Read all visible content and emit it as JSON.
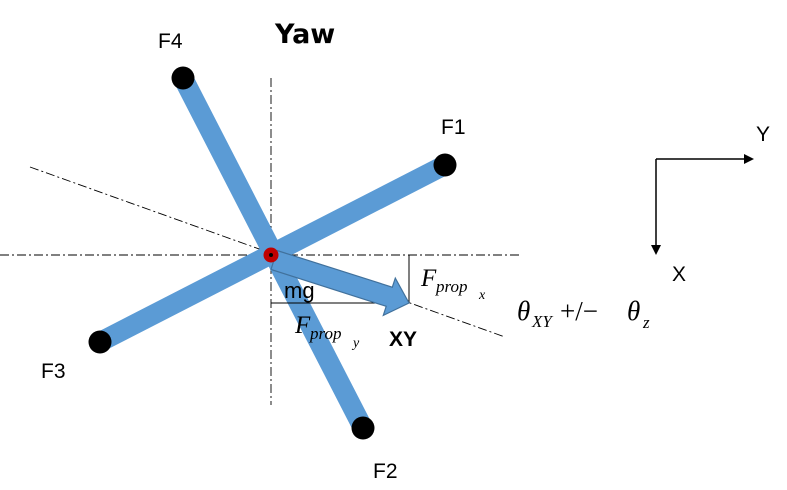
{
  "title": "Yaw",
  "arm_labels": {
    "f1": "F1",
    "f2": "F2",
    "f3": "F3",
    "f4": "F4"
  },
  "center_label": "mg",
  "resultant_label": "XY",
  "force_x": {
    "base": "F",
    "sub": "prop",
    "subsub": "x"
  },
  "force_y": {
    "base": "F",
    "sub": "prop",
    "subsub": "y"
  },
  "angle_expr": {
    "theta": "θ",
    "sub": "XY",
    "op": " +/−",
    "theta2": "θ",
    "sub2": "z"
  },
  "axes": {
    "y_label": "Y",
    "x_label": "X"
  },
  "colors": {
    "arm": "#5B9BD5",
    "arm_edge": "#41719C",
    "center": "#C00000",
    "motor": "#000000",
    "line": "#000000"
  }
}
